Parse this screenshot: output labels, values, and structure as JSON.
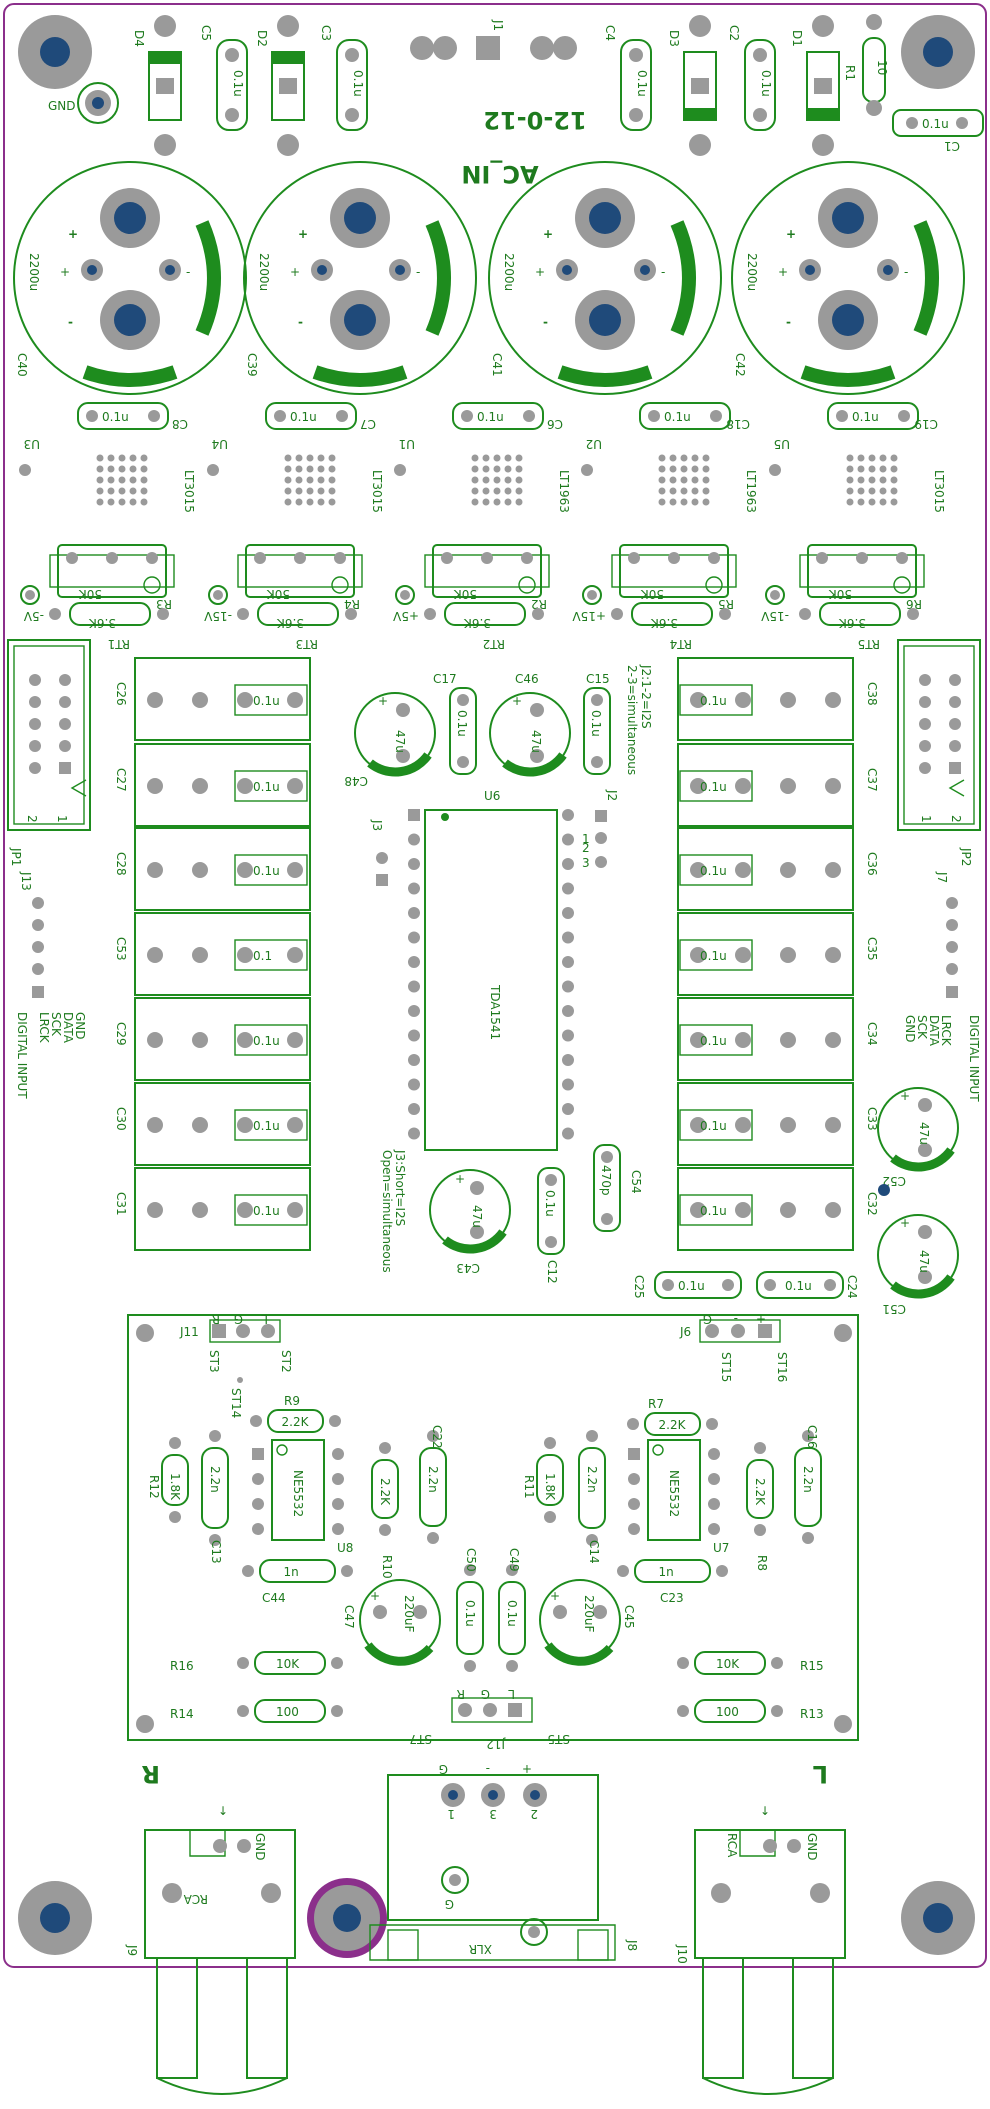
{
  "board": {
    "title": "12-0-12",
    "ac_in": "AC_IN",
    "gnd": "GND",
    "left_channel": "L",
    "right_channel": "R",
    "ic_main": "TDA1541"
  },
  "top": {
    "diodes": [
      "D4",
      "D2",
      "D3",
      "D1"
    ],
    "caps_small": [
      {
        "ref": "C5",
        "val": "0.1u"
      },
      {
        "ref": "C3",
        "val": "0.1u"
      },
      {
        "ref": "C4",
        "val": "0.1u"
      },
      {
        "ref": "C2",
        "val": "0.1u"
      },
      {
        "ref": "C1",
        "val": "0.1u"
      }
    ],
    "j1": "J1",
    "r1": {
      "ref": "R1",
      "val": "10"
    }
  },
  "big_caps": [
    {
      "ref": "C40",
      "val": "2200u"
    },
    {
      "ref": "C39",
      "val": "2200u"
    },
    {
      "ref": "C41",
      "val": "2200u"
    },
    {
      "ref": "C42",
      "val": "2200u"
    }
  ],
  "row_caps": [
    {
      "ref": "C8",
      "val": "0.1u"
    },
    {
      "ref": "C7",
      "val": "0.1u"
    },
    {
      "ref": "C6",
      "val": "0.1u"
    },
    {
      "ref": "C18",
      "val": "0.1u"
    },
    {
      "ref": "C19",
      "val": "0.1u"
    }
  ],
  "regulators": [
    {
      "ref": "U3",
      "part": "LT3015",
      "pot": "R3",
      "pot_val": "50K",
      "res": "RT1",
      "res_val": "3.6K",
      "rail": "-5V"
    },
    {
      "ref": "U4",
      "part": "LT3015",
      "pot": "R4",
      "pot_val": "50K",
      "res": "RT3",
      "res_val": "3.6K",
      "rail": "-15V"
    },
    {
      "ref": "U1",
      "part": "LT1963",
      "pot": "R2",
      "pot_val": "50K",
      "res": "RT2",
      "res_val": "3.6K",
      "rail": "+5V"
    },
    {
      "ref": "U2",
      "part": "LT1963",
      "pot": "R5",
      "pot_val": "50K",
      "res": "RT4",
      "res_val": "3.6K",
      "rail": "+15V"
    },
    {
      "ref": "U5",
      "part": "LT3015",
      "pot": "R6",
      "pot_val": "50K",
      "res": "RT5",
      "res_val": "3.6K",
      "rail": "-15V"
    }
  ],
  "left_caps": [
    {
      "ref": "C26",
      "val": "0.1u"
    },
    {
      "ref": "C27",
      "val": "0.1u"
    },
    {
      "ref": "C28",
      "val": "0.1u"
    },
    {
      "ref": "C53",
      "val": "0.1"
    },
    {
      "ref": "C29",
      "val": "0.1u"
    },
    {
      "ref": "C30",
      "val": "0.1u"
    },
    {
      "ref": "C31",
      "val": "0.1u"
    }
  ],
  "right_caps": [
    {
      "ref": "C38",
      "val": "0.1u"
    },
    {
      "ref": "C37",
      "val": "0.1u"
    },
    {
      "ref": "C36",
      "val": "0.1u"
    },
    {
      "ref": "C35",
      "val": "0.1u"
    },
    {
      "ref": "C34",
      "val": "0.1u"
    },
    {
      "ref": "C33",
      "val": "0.1u"
    },
    {
      "ref": "C32",
      "val": "0.1u"
    }
  ],
  "center": {
    "c48": {
      "ref": "C48",
      "val": "47u"
    },
    "c17": {
      "ref": "C17",
      "val": "0.1u"
    },
    "c46": {
      "ref": "C46",
      "val": "47u"
    },
    "c15": {
      "ref": "C15",
      "val": "0.1u"
    },
    "j2_note1": "J2:1-2=I2S",
    "j2_note2": "2-3=simultaneous",
    "u6": "U6",
    "j2": "J2",
    "j3": "J3",
    "j3_note1": "J3:Short=I2S",
    "j3_note2": "Open=simultaneous",
    "c43": {
      "ref": "C43",
      "val": "47u"
    },
    "c12": {
      "ref": "C12",
      "val": "0.1u"
    },
    "c54": {
      "ref": "C54",
      "val": "470p"
    },
    "pin_labels": [
      "1",
      "2",
      "3"
    ]
  },
  "connectors": {
    "jp1": "JP1",
    "jp2": "JP2",
    "j13": "J13",
    "j7": "J7",
    "digital_input": "DIGITAL INPUT",
    "digital_pins": [
      "GND",
      "SCK",
      "DATA",
      "LRCK"
    ],
    "jp_pins": [
      "2",
      "1"
    ]
  },
  "right_side": {
    "c52": {
      "ref": "C52",
      "val": "47u"
    },
    "c51": {
      "ref": "C51",
      "val": "47u"
    },
    "c25": {
      "ref": "C25",
      "val": "0.1u"
    },
    "c24": {
      "ref": "C24",
      "val": "0.1u"
    }
  },
  "output": {
    "j11": "J11",
    "j6": "J6",
    "j12": "J12",
    "st": [
      "ST3",
      "ST2",
      "ST15",
      "ST16",
      "ST14",
      "ST7",
      "ST5"
    ],
    "rgl": [
      "R",
      "G",
      "L"
    ],
    "gpl": [
      "G",
      "-",
      "+"
    ],
    "r9": {
      "ref": "R9",
      "val": "2.2K"
    },
    "r7": {
      "ref": "R7",
      "val": "2.2K"
    },
    "r12": {
      "ref": "R12",
      "val": "1.8K"
    },
    "r11": {
      "ref": "R11",
      "val": "1.8K"
    },
    "c13": {
      "ref": "C13",
      "val": "2.2n"
    },
    "c14": {
      "ref": "C14",
      "val": "2.2n"
    },
    "u8": {
      "ref": "U8",
      "val": "NE5532"
    },
    "u7": {
      "ref": "U7",
      "val": "NE5532"
    },
    "r10": {
      "ref": "R10",
      "val": "2.2K"
    },
    "r8": {
      "ref": "R8",
      "val": "2.2K"
    },
    "c22": {
      "ref": "C22",
      "val": "2.2n"
    },
    "c16": {
      "ref": "C16",
      "val": "2.2n"
    },
    "c44": {
      "ref": "C44",
      "val": "1n"
    },
    "c23": {
      "ref": "C23",
      "val": "1n"
    },
    "c47": {
      "ref": "C47",
      "val": "220uF"
    },
    "c45": {
      "ref": "C45",
      "val": "220uF"
    },
    "c50": {
      "ref": "C50",
      "val": "0.1u"
    },
    "c49": {
      "ref": "C49",
      "val": "0.1u"
    },
    "r16": {
      "ref": "R16",
      "val": "10K"
    },
    "r15": {
      "ref": "R15",
      "val": "10K"
    },
    "r14": {
      "ref": "R14",
      "val": "100"
    },
    "r13": {
      "ref": "R13",
      "val": "100"
    }
  },
  "bottom": {
    "xlr": "XLR",
    "j8": "J8",
    "j9": "J9",
    "j10": "J10",
    "rca": "RCA",
    "gnd": "GND",
    "xlr_signs": [
      "G",
      "-",
      "+"
    ],
    "xlr_nums": [
      "1",
      "3",
      "2"
    ],
    "g": "G"
  }
}
